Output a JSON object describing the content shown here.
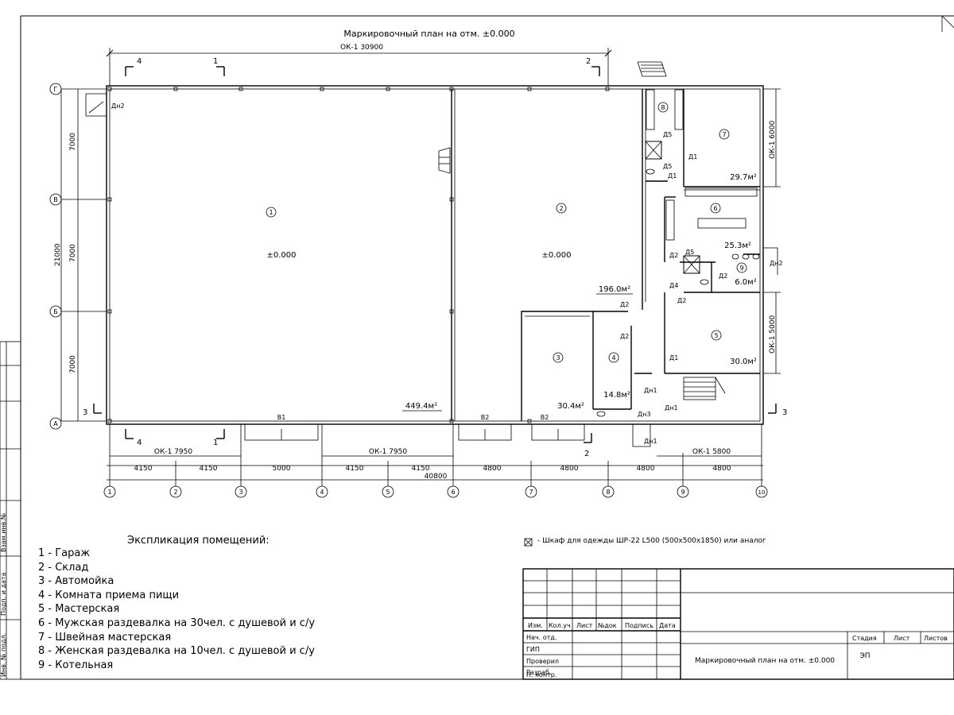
{
  "plan_title": "Маркировочный план на отм. ±0.000",
  "axes": {
    "columns": [
      "1",
      "2",
      "3",
      "4",
      "5",
      "6",
      "7",
      "8",
      "9",
      "10"
    ],
    "rows": [
      "Г",
      "В",
      "Б",
      "А"
    ]
  },
  "dimensions": {
    "top_overall": "ОК-1 30900",
    "bottom_spans": [
      "4150",
      "4150",
      "5000",
      "4150",
      "4150",
      "4800",
      "4800",
      "4800",
      "4800"
    ],
    "bottom_total": "40800",
    "bottom_ok_left": "ОК-1 7950",
    "bottom_ok_mid": "ОК-1 7950",
    "bottom_ok_right": "ОК-1 5800",
    "left_spans": [
      "7000",
      "7000",
      "7000"
    ],
    "left_total": "21000",
    "right_ok_top": "ОК-1 6000",
    "right_ok_bottom": "ОК-1 5000"
  },
  "section_marks": {
    "s1": "1",
    "s2": "2",
    "s3": "3",
    "s4": "4"
  },
  "rooms": [
    {
      "num": "1",
      "level": "±0.000",
      "area": "449.4м²"
    },
    {
      "num": "2",
      "level": "±0.000",
      "area": "196.0м²"
    },
    {
      "num": "3",
      "area": "30.4м²"
    },
    {
      "num": "4",
      "area": "14.8м²"
    },
    {
      "num": "5",
      "area": "30.0м²"
    },
    {
      "num": "6",
      "area": "25.3м²"
    },
    {
      "num": "7",
      "area": "29.7м²"
    },
    {
      "num": "8"
    },
    {
      "num": "9",
      "area": "6.0м²"
    }
  ],
  "openings": {
    "v1": "В1",
    "v2": "В2",
    "v2b": "В2",
    "dn1": "Дн1",
    "dn2": "Дн2",
    "dn3": "Дн3",
    "d1": "Д1",
    "d2": "Д2",
    "d4": "Д4",
    "d5": "Д5"
  },
  "explication": {
    "title": "Экспликация помещений:",
    "items": [
      "1 - Гараж",
      "2 - Склад",
      "3 - Автомойка",
      "4 - Комната приема пищи",
      "5 - Мастерская",
      "6 - Мужская раздевалка на 30чел. с душевой и с/у",
      "7 - Швейная мастерская",
      "8 - Женская раздевалка на 10чел. с душевой и с/у",
      "9 - Котельная"
    ]
  },
  "legend": "- Шкаф для одежды ШР-22 L500 (500х500х1850) или аналог",
  "title_block": {
    "headers": [
      "Изм.",
      "Кол.уч",
      "Лист",
      "№док",
      "Подпись",
      "Дата"
    ],
    "roles": [
      "Нач. отд.",
      "ГИП",
      "Проверил",
      "Разраб.",
      "",
      "Н. контр."
    ],
    "stage_headers": [
      "Стадия",
      "Лист",
      "Листов"
    ],
    "stage_value": "ЭП",
    "sheet_title": "Маркировочный план на отм. ±0.000"
  },
  "side_stamp": [
    "Взам.инв.№",
    "Подп. и дата",
    "Инв. № подл."
  ]
}
